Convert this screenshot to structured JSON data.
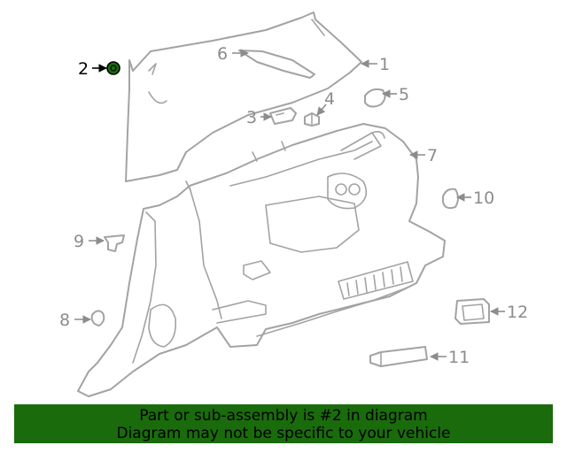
{
  "diagram": {
    "callouts": [
      {
        "label": "1"
      },
      {
        "label": "2"
      },
      {
        "label": "3"
      },
      {
        "label": "4"
      },
      {
        "label": "5"
      },
      {
        "label": "6"
      },
      {
        "label": "7"
      },
      {
        "label": "8"
      },
      {
        "label": "9"
      },
      {
        "label": "10"
      },
      {
        "label": "11"
      },
      {
        "label": "12"
      }
    ],
    "highlight_color": "#1a6b0c",
    "line_color": "#a3a3a3"
  },
  "footer": {
    "line1": "Part or sub-assembly is #2 in diagram",
    "line2": "Diagram may not be specific to your vehicle",
    "background": "#1a6b0c"
  }
}
